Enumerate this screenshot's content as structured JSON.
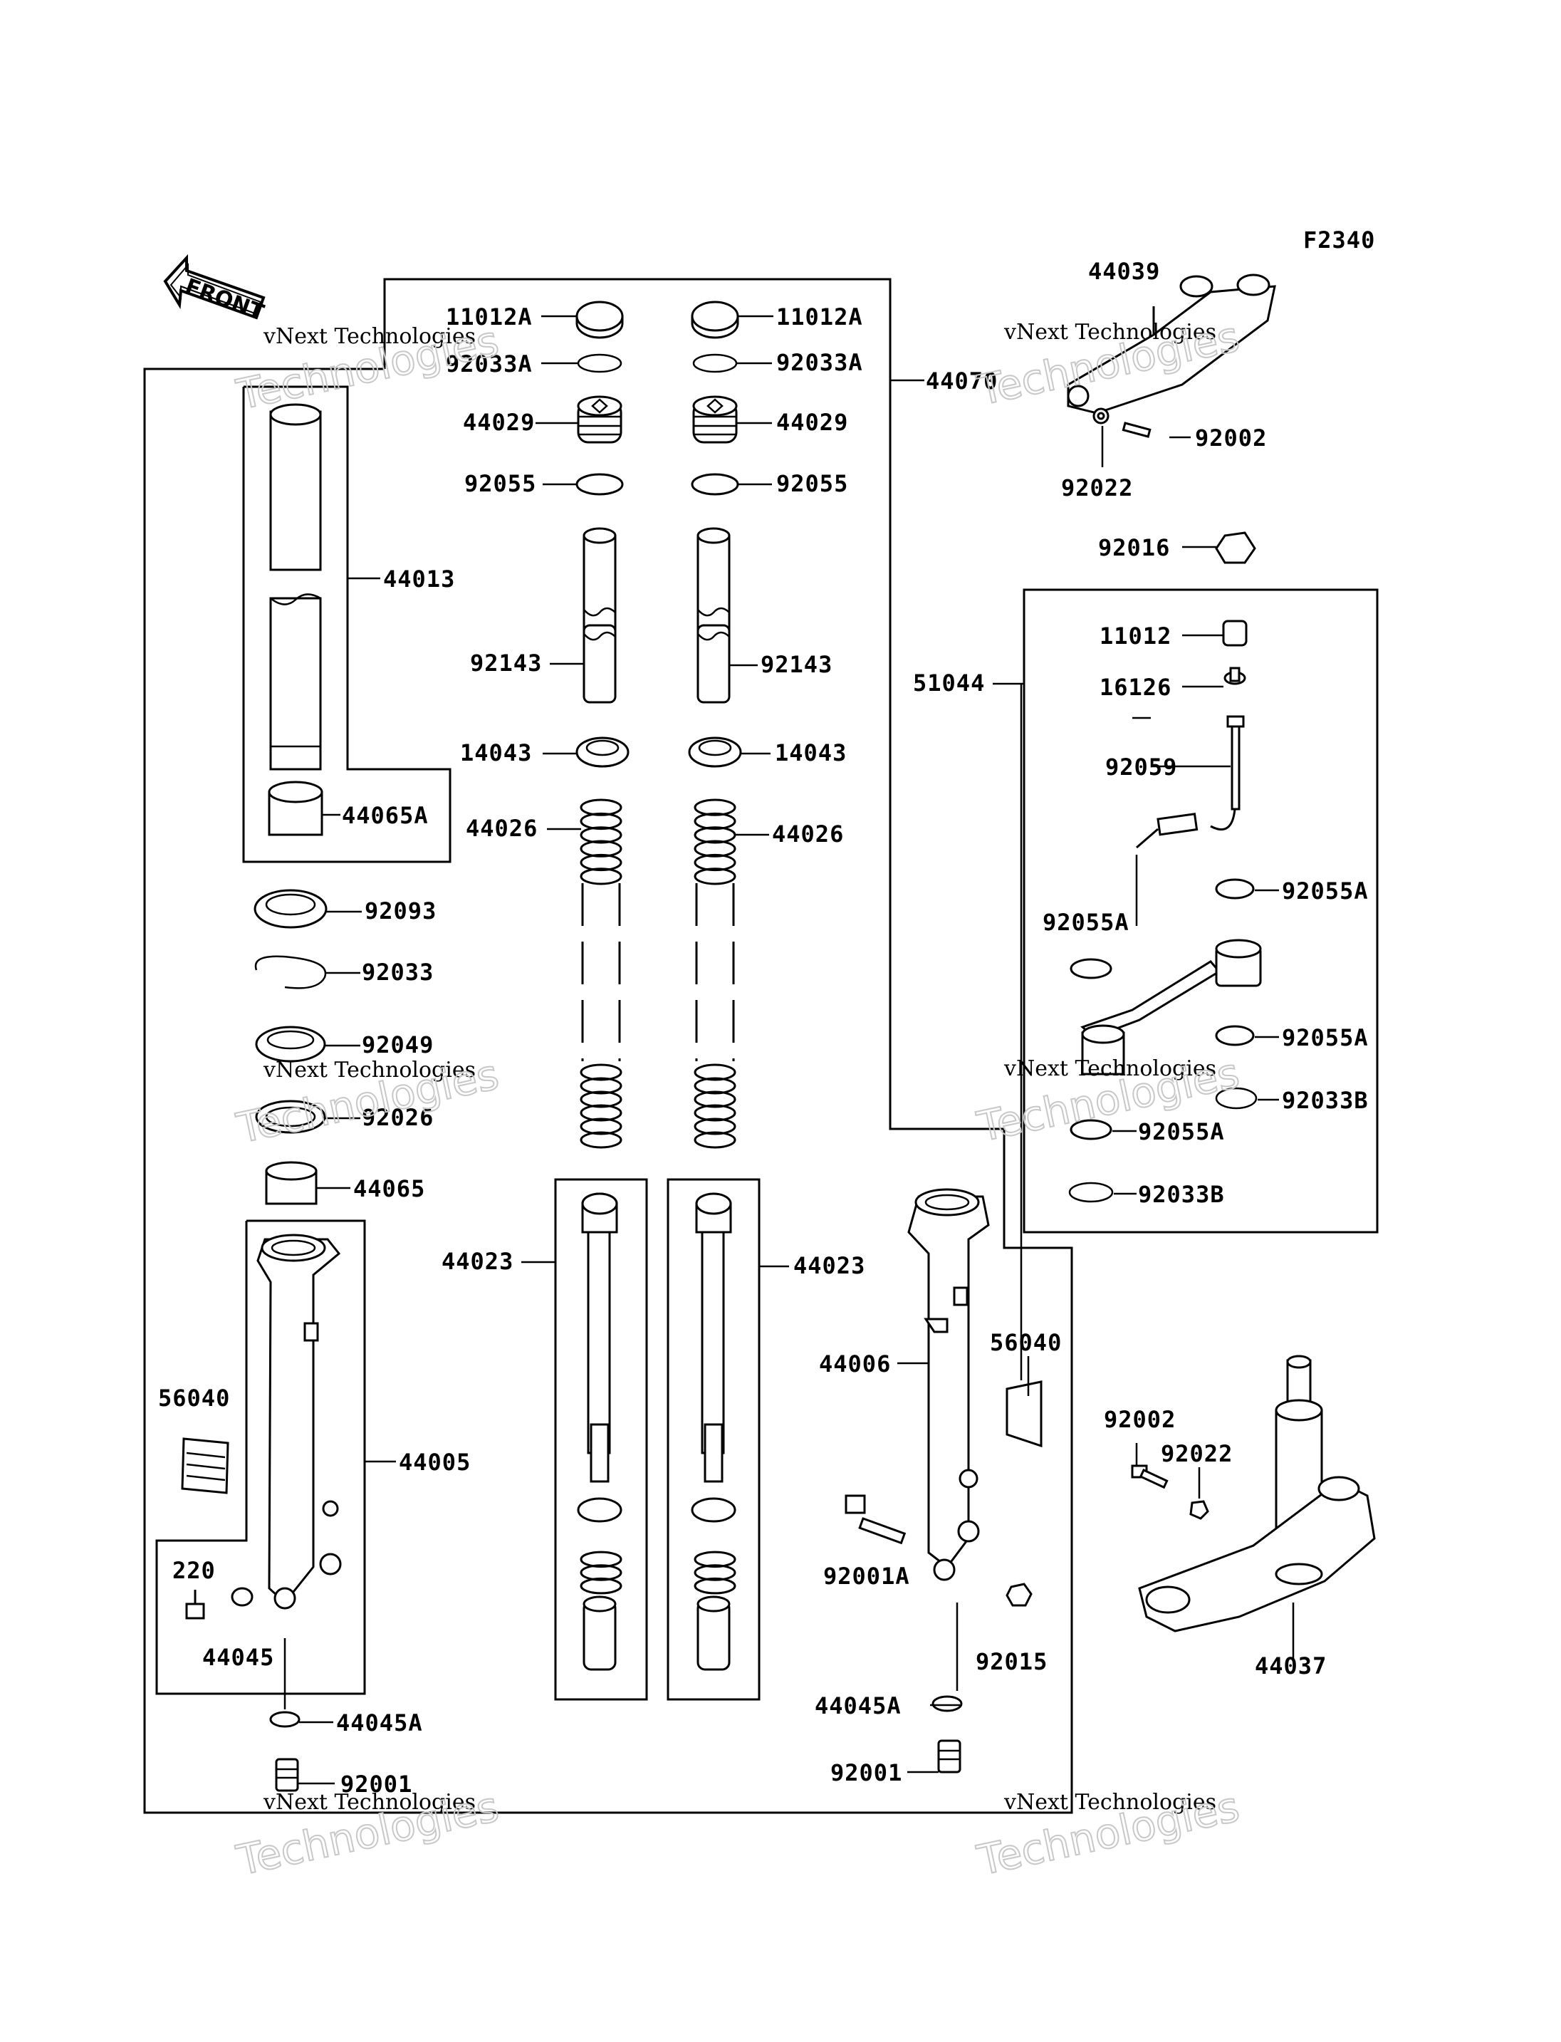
{
  "figure_code": "F2340",
  "front_label": "FRONT",
  "watermark": {
    "line1": "vNext Technologies",
    "line2": "Technologies"
  },
  "labels": {
    "p11012A_l": "11012A",
    "p11012A_r": "11012A",
    "p92033A_l": "92033A",
    "p92033A_r": "92033A",
    "p44029_l": "44029",
    "p44029_r": "44029",
    "p92055_l": "92055",
    "p92055_r": "92055",
    "p92143_l": "92143",
    "p92143_r": "92143",
    "p14043_l": "14043",
    "p14043_r": "14043",
    "p44026_l": "44026",
    "p44026_r": "44026",
    "p44023_l": "44023",
    "p44023_r": "44023",
    "p44070": "44070",
    "p44013": "44013",
    "p44065A": "44065A",
    "p92093": "92093",
    "p92033": "92033",
    "p92049": "92049",
    "p92026": "92026",
    "p44065": "44065",
    "p44005": "44005",
    "p56040_l": "56040",
    "p220": "220",
    "p44045": "44045",
    "p44045A_l": "44045A",
    "p92001_l": "92001",
    "p44039": "44039",
    "p92002_top": "92002",
    "p92022_top": "92022",
    "p92016": "92016",
    "p51044": "51044",
    "p11012": "11012",
    "p16126": "16126",
    "p92059": "92059",
    "p92055A_1": "92055A",
    "p92055A_2": "92055A",
    "p92055A_3": "92055A",
    "p92055A_4": "92055A",
    "p92033B_1": "92033B",
    "p92033B_2": "92033B",
    "p44006": "44006",
    "p56040_r": "56040",
    "p92001A": "92001A",
    "p92015": "92015",
    "p44045A_r": "44045A",
    "p92001_r": "92001",
    "p92002_bot": "92002",
    "p92022_bot": "92022",
    "p44037": "44037"
  }
}
